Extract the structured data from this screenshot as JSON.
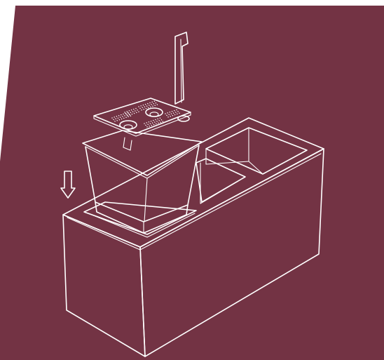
{
  "illustration": {
    "background_color": "#ffffff",
    "panel_color": "#733344",
    "line_color": "#ffffff",
    "parts": [
      "planter-box",
      "inner-pot",
      "perforated-lid",
      "water-level-indicator",
      "insert-direction-arrow"
    ]
  }
}
